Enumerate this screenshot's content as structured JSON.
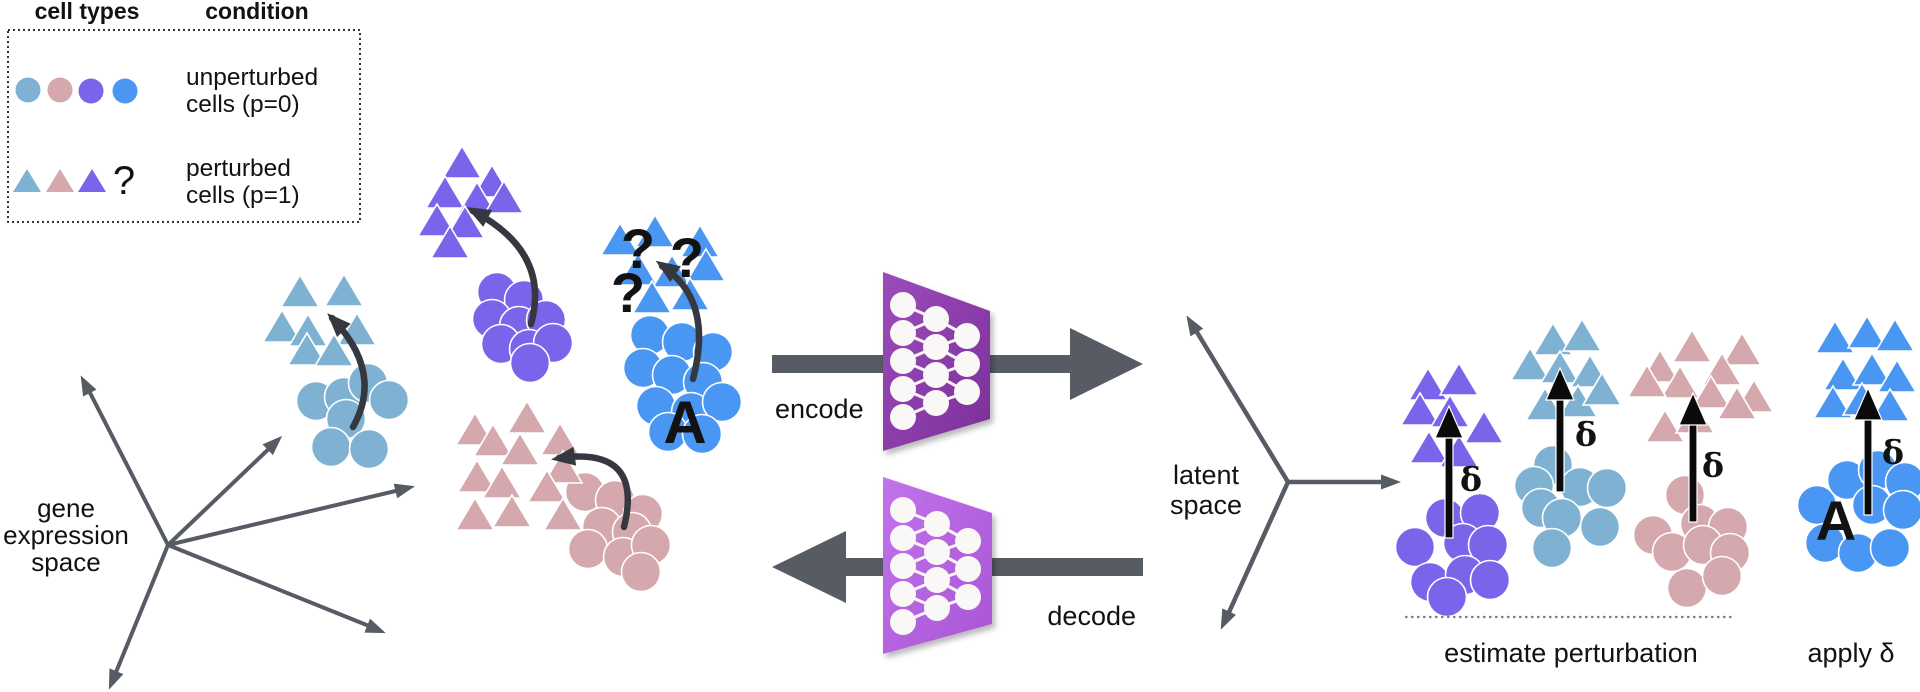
{
  "colors": {
    "teal": "#7fb2d2",
    "pink": "#d4a8ad",
    "purple": "#7b63ea",
    "blue": "#4a97f3",
    "axis_gray": "#565b64",
    "curve_dark": "#35393f",
    "black_arrow": "#0a0a0a",
    "encoder": "#8c3fa9",
    "decoder": "#b765e4",
    "dotted_line": "#808080"
  },
  "legend": {
    "header_cell_types": "cell types",
    "header_condition": "condition",
    "unperturbed_line1": "unperturbed",
    "unperturbed_line2": "cells (p=0)",
    "perturbed_line1": "perturbed",
    "perturbed_line2": "cells (p=1)",
    "unknown_marker": "?"
  },
  "labels": {
    "gene_space": [
      "gene",
      "expression",
      "space"
    ],
    "encode": "encode",
    "decode": "decode",
    "latent": [
      "latent",
      "space"
    ],
    "estimate_perturbation": "estimate perturbation",
    "apply_delta": "apply δ",
    "delta": "δ",
    "cell_type_a": "A",
    "unknown": "?"
  },
  "clusters": [
    {
      "id": "teal-source",
      "cell_type": "teal",
      "region": "gene-expression-space",
      "triangles": [
        [
          300,
          292
        ],
        [
          344,
          291
        ],
        [
          282,
          327
        ],
        [
          308,
          331
        ],
        [
          357,
          330
        ],
        [
          307,
          350
        ],
        [
          334,
          351
        ]
      ],
      "circles": [
        [
          316,
          401
        ],
        [
          344,
          397
        ],
        [
          368,
          383
        ],
        [
          389,
          400
        ],
        [
          346,
          419
        ],
        [
          331,
          447
        ],
        [
          369,
          449
        ]
      ]
    },
    {
      "id": "purple-source",
      "cell_type": "purple",
      "region": "gene-expression-space",
      "triangles": [
        [
          462,
          163
        ],
        [
          492,
          182
        ],
        [
          445,
          193
        ],
        [
          477,
          199
        ],
        [
          504,
          198
        ],
        [
          437,
          221
        ],
        [
          465,
          223
        ],
        [
          450,
          243
        ]
      ],
      "circles": [
        [
          497,
          292
        ],
        [
          524,
          300
        ],
        [
          492,
          319
        ],
        [
          519,
          326
        ],
        [
          546,
          320
        ],
        [
          501,
          344
        ],
        [
          529,
          349
        ],
        [
          553,
          343
        ],
        [
          530,
          363
        ]
      ]
    },
    {
      "id": "pink-source",
      "cell_type": "pink",
      "region": "gene-expression-space",
      "triangles": [
        [
          475,
          430
        ],
        [
          493,
          441
        ],
        [
          527,
          418
        ],
        [
          520,
          450
        ],
        [
          560,
          440
        ],
        [
          563,
          468
        ],
        [
          477,
          477
        ],
        [
          502,
          483
        ],
        [
          547,
          487
        ],
        [
          475,
          515
        ],
        [
          512,
          512
        ],
        [
          563,
          515
        ]
      ],
      "circles": [
        [
          585,
          492
        ],
        [
          615,
          500
        ],
        [
          643,
          514
        ],
        [
          602,
          527
        ],
        [
          632,
          532
        ],
        [
          588,
          549
        ],
        [
          623,
          557
        ],
        [
          651,
          545
        ],
        [
          641,
          572
        ]
      ]
    },
    {
      "id": "blue-source",
      "cell_type": "blue",
      "region": "gene-expression-space",
      "triangles": [
        [
          620,
          240
        ],
        [
          655,
          232
        ],
        [
          700,
          242
        ],
        [
          638,
          270
        ],
        [
          672,
          272
        ],
        [
          706,
          266
        ],
        [
          652,
          298
        ],
        [
          690,
          295
        ]
      ],
      "circles": [
        [
          650,
          335
        ],
        [
          682,
          342
        ],
        [
          713,
          352
        ],
        [
          643,
          368
        ],
        [
          672,
          375
        ],
        [
          703,
          382
        ],
        [
          656,
          406
        ],
        [
          691,
          412
        ],
        [
          722,
          402
        ],
        [
          668,
          432
        ],
        [
          702,
          434
        ]
      ]
    },
    {
      "id": "purple-latent",
      "cell_type": "purple",
      "region": "latent-space",
      "triangles": [
        [
          1428,
          385
        ],
        [
          1459,
          380
        ],
        [
          1420,
          410
        ],
        [
          1450,
          412
        ],
        [
          1484,
          428
        ],
        [
          1429,
          448
        ],
        [
          1459,
          452
        ]
      ],
      "circles": [
        [
          1445,
          518
        ],
        [
          1480,
          513
        ],
        [
          1415,
          547
        ],
        [
          1463,
          543
        ],
        [
          1488,
          545
        ],
        [
          1430,
          582
        ],
        [
          1465,
          575
        ],
        [
          1447,
          597
        ],
        [
          1490,
          580
        ]
      ]
    },
    {
      "id": "teal-latent",
      "cell_type": "teal",
      "region": "latent-space",
      "triangles": [
        [
          1553,
          340
        ],
        [
          1582,
          336
        ],
        [
          1530,
          365
        ],
        [
          1560,
          368
        ],
        [
          1590,
          372
        ],
        [
          1545,
          405
        ],
        [
          1578,
          402
        ],
        [
          1602,
          390
        ]
      ],
      "circles": [
        [
          1553,
          465
        ],
        [
          1534,
          486
        ],
        [
          1580,
          487
        ],
        [
          1607,
          488
        ],
        [
          1541,
          508
        ],
        [
          1562,
          518
        ],
        [
          1600,
          527
        ],
        [
          1552,
          548
        ]
      ]
    },
    {
      "id": "pink-latent",
      "cell_type": "pink",
      "region": "latent-space",
      "triangles": [
        [
          1692,
          347
        ],
        [
          1660,
          367
        ],
        [
          1742,
          350
        ],
        [
          1722,
          370
        ],
        [
          1680,
          383
        ],
        [
          1647,
          382
        ],
        [
          1754,
          397
        ],
        [
          1711,
          393
        ],
        [
          1737,
          404
        ],
        [
          1665,
          427
        ],
        [
          1695,
          418
        ]
      ],
      "circles": [
        [
          1685,
          495
        ],
        [
          1653,
          535
        ],
        [
          1700,
          524
        ],
        [
          1728,
          527
        ],
        [
          1672,
          552
        ],
        [
          1703,
          545
        ],
        [
          1730,
          553
        ],
        [
          1687,
          588
        ],
        [
          1722,
          576
        ]
      ]
    },
    {
      "id": "blue-latent",
      "cell_type": "blue",
      "region": "latent-space",
      "triangles": [
        [
          1835,
          338
        ],
        [
          1867,
          333
        ],
        [
          1895,
          336
        ],
        [
          1843,
          375
        ],
        [
          1872,
          370
        ],
        [
          1897,
          377
        ],
        [
          1833,
          403
        ],
        [
          1862,
          400
        ],
        [
          1890,
          406
        ]
      ],
      "circles": [
        [
          1847,
          480
        ],
        [
          1878,
          470
        ],
        [
          1905,
          482
        ],
        [
          1817,
          505
        ],
        [
          1872,
          505
        ],
        [
          1903,
          510
        ],
        [
          1825,
          543
        ],
        [
          1858,
          553
        ],
        [
          1890,
          548
        ]
      ]
    }
  ]
}
